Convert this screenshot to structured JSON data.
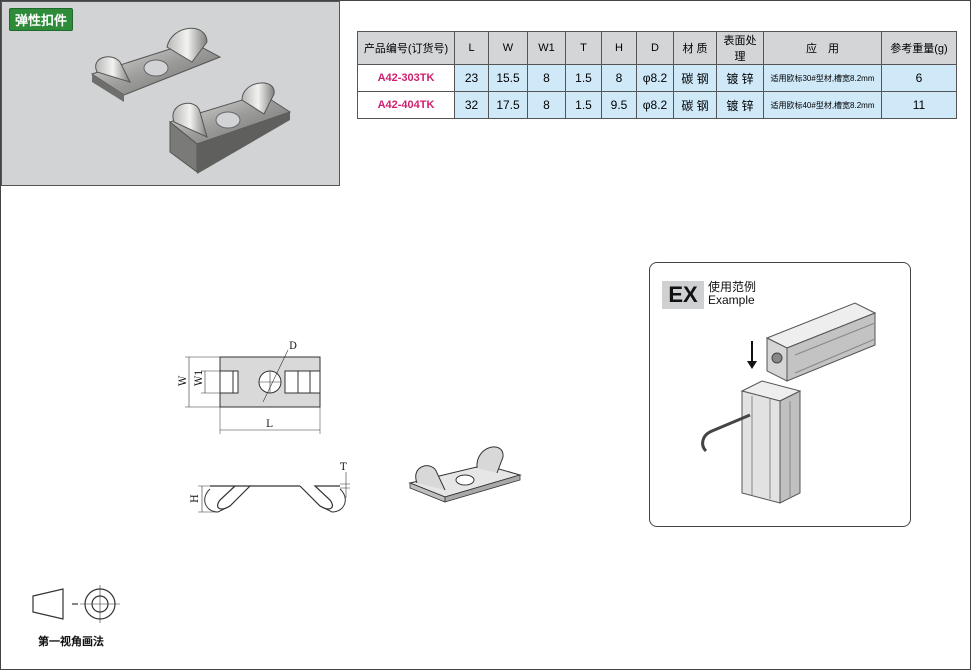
{
  "header": {
    "label": "弹性扣件"
  },
  "table": {
    "headers": [
      "产品编号(订货号)",
      "L",
      "W",
      "W1",
      "T",
      "H",
      "D",
      "材 质",
      "表面处理",
      "应　用",
      "参考重量(g)"
    ],
    "rows": [
      [
        "A42-303TK",
        "23",
        "15.5",
        "8",
        "1.5",
        "8",
        "φ8.2",
        "碳 钢",
        "镀 锌",
        "适用欧标30#型材,槽宽8.2mm",
        "6"
      ],
      [
        "A42-404TK",
        "32",
        "17.5",
        "8",
        "1.5",
        "9.5",
        "φ8.2",
        "碳 钢",
        "镀 锌",
        "适用欧标40#型材,槽宽8.2mm",
        "11"
      ]
    ]
  },
  "drawing": {
    "labels": {
      "D": "D",
      "W": "W",
      "W1": "W1",
      "L": "L",
      "T": "T",
      "H": "H"
    }
  },
  "example": {
    "badge": "EX",
    "title_cn": "使用范例",
    "title_en": "Example"
  },
  "projection": {
    "text": "第一视角画法"
  }
}
